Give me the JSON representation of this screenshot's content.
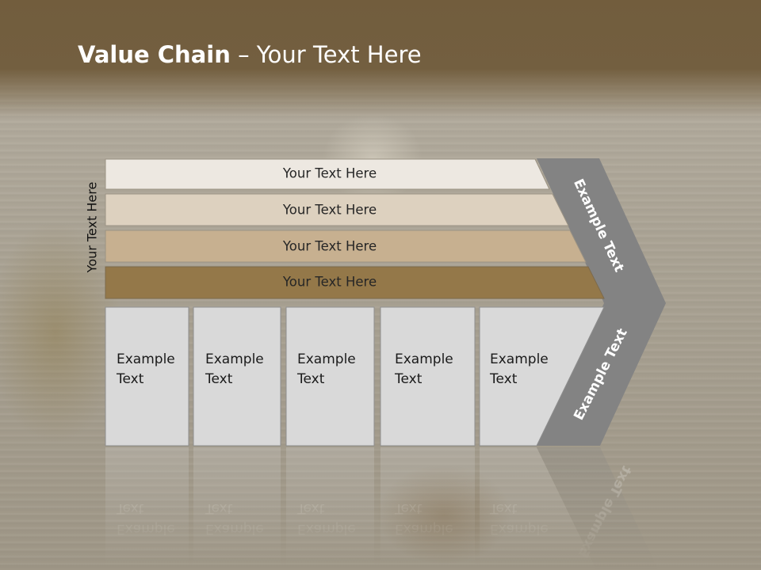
{
  "title": {
    "bold": "Value Chain",
    "rest": " – Your Text Here"
  },
  "side_label": "Your Text Here",
  "bars": [
    {
      "label": "Your Text Here",
      "fill": "#ede8e1"
    },
    {
      "label": "Your Text Here",
      "fill": "#ddd1bf"
    },
    {
      "label": "Your Text Here",
      "fill": "#c7b090"
    },
    {
      "label": "Your Text Here",
      "fill": "#947849"
    }
  ],
  "boxes": [
    {
      "line1": "Example",
      "line2": "Text"
    },
    {
      "line1": "Example",
      "line2": "Text"
    },
    {
      "line1": "Example",
      "line2": "Text"
    },
    {
      "line1": "Example",
      "line2": "Text"
    },
    {
      "line1": "Example",
      "line2": "Text"
    }
  ],
  "chevron": {
    "upper_label": "Example Text",
    "lower_label": "Example Text",
    "fill": "#838383"
  },
  "colors": {
    "header": "#735f40",
    "box_fill": "#d9d9d9",
    "title_text": "#ffffff"
  }
}
